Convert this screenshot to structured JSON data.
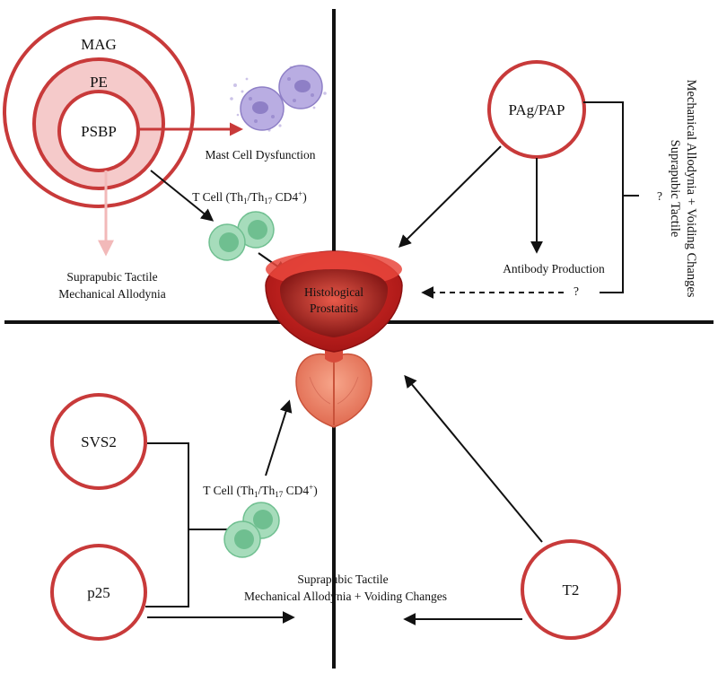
{
  "antigens": {
    "mag": "MAG",
    "pe": "PE",
    "psbp": "PSBP",
    "pag_pap": "PAg/PAP",
    "svs2": "SVS2",
    "p25": "p25",
    "t2": "T2"
  },
  "labels": {
    "mast_cell_dysfunction": "Mast Cell Dysfunction",
    "t_cell": "T Cell (Th",
    "t_cell_sub1": "1",
    "t_cell_sep": "/Th",
    "t_cell_sub2": "17",
    "t_cell_cd4": " CD4",
    "t_cell_sup": "+",
    "t_cell_close": ")",
    "allodynia_line1": "Suprapubic Tactile",
    "allodynia_line2": "Mechanical Allodynia",
    "allodynia_voiding_line2": "Mechanical Allodynia + Voiding Changes",
    "antibody_production": "Antibody Production",
    "question_mark": "?",
    "histological_line1": "Histological",
    "histological_line2": "Prostatitis"
  },
  "colors": {
    "circle_stroke": "#c83a3a",
    "pe_fill": "#f5caca",
    "cell_green": "#8fd0a8",
    "mast_cell": "#a99bd4",
    "axis": "#111111"
  }
}
